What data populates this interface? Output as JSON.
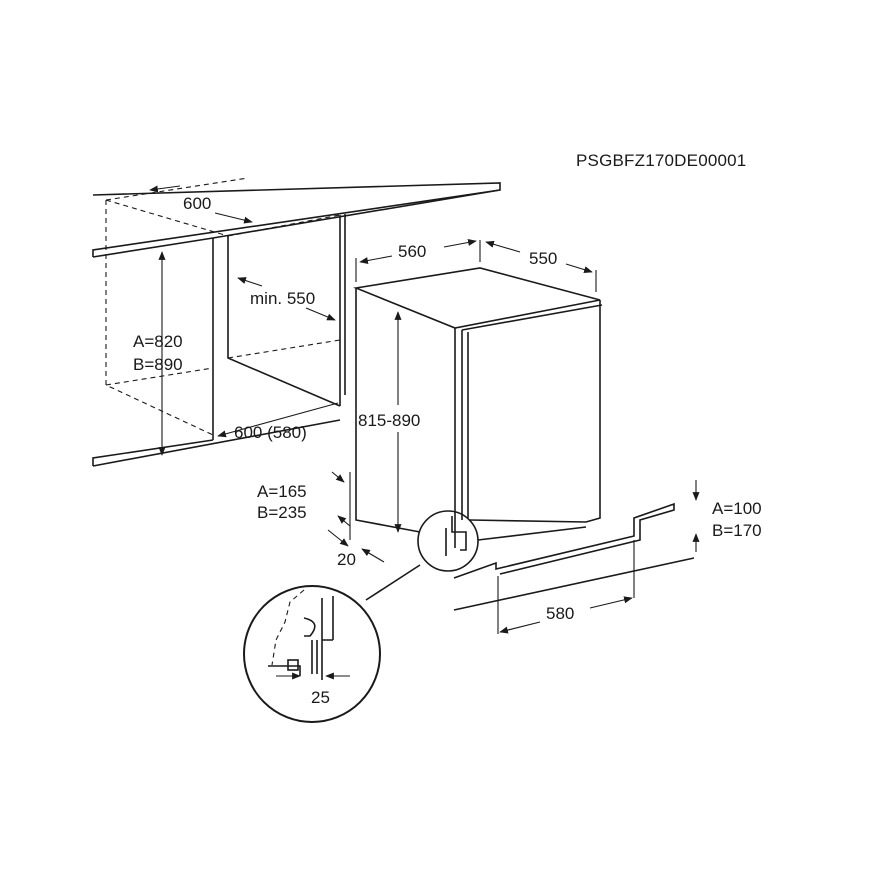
{
  "model_code": "PSGBFZ170DE00001",
  "labels": {
    "niche_width_top": "600",
    "niche_min_depth": "min. 550",
    "niche_height": [
      "A=820",
      "B=890"
    ],
    "niche_depth_bottom": "600 (580)",
    "appliance_width": "560",
    "appliance_depth": "550",
    "appliance_height": "815-890",
    "plinth_height_left": [
      "A=165",
      "B=235"
    ],
    "plinth_offset": "20",
    "plinth_height_right": [
      "A=100",
      "B=170"
    ],
    "plinth_depth": "580",
    "detail_gap": "25"
  }
}
